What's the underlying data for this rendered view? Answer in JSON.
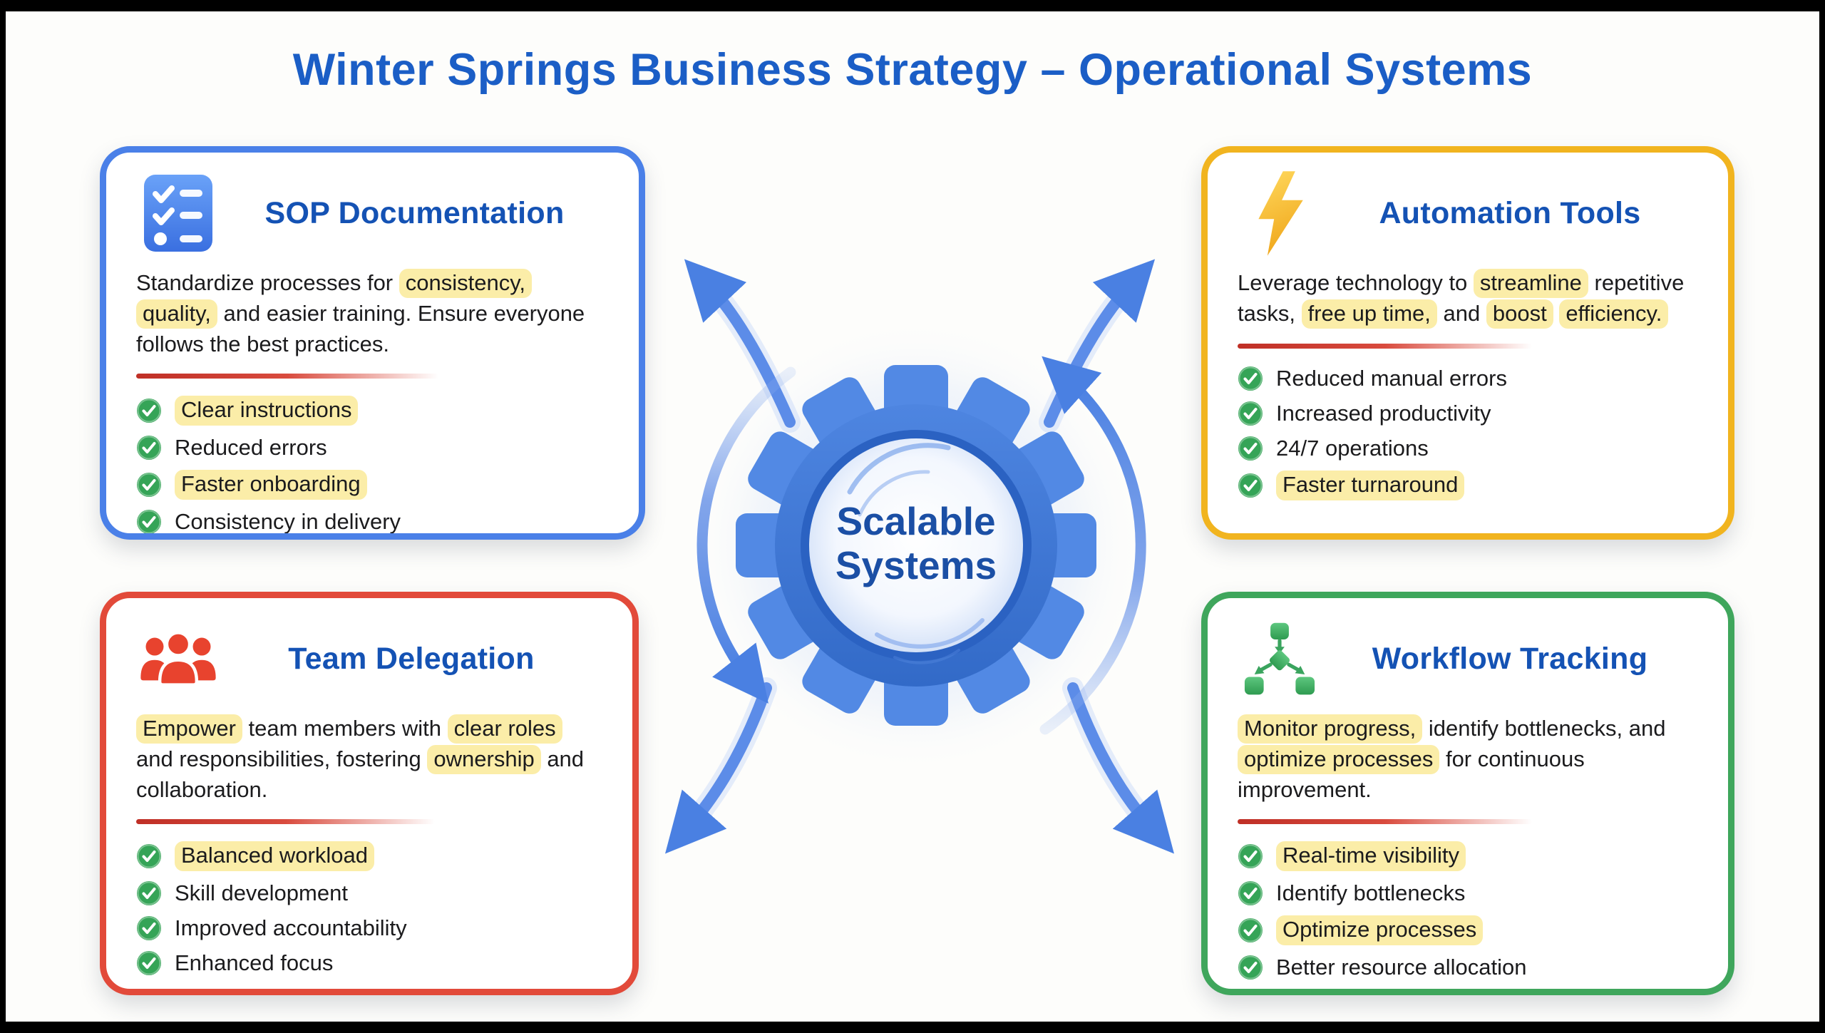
{
  "title": "Winter Springs Business Strategy – Operational Systems",
  "center": {
    "label_line1": "Scalable",
    "label_line2": "Systems"
  },
  "colors": {
    "title_blue": "#1b5ec6",
    "heading_blue": "#1452b4",
    "body_text": "#1b1b1d",
    "highlight_yellow": "#fbeda8",
    "card_blue": "#4a80e8",
    "card_yellow": "#f1b41f",
    "card_red": "#e24a3a",
    "card_green": "#3fa65c",
    "check_green": "#35a457",
    "gear_blue": "#3c76d3",
    "divider_red": "#bf2f26"
  },
  "cards": [
    {
      "id": "sop-documentation",
      "position": "top-left",
      "accent": "#4a80e8",
      "icon": "checklist-icon",
      "title": "SOP Documentation",
      "description_segments": [
        {
          "text": "Standardize processes for ",
          "highlight": false
        },
        {
          "text": "consistency,",
          "highlight": true
        },
        {
          "text": " ",
          "highlight": false
        },
        {
          "text": "quality,",
          "highlight": true
        },
        {
          "text": " and easier training. Ensure everyone follows the best practices.",
          "highlight": false
        }
      ],
      "bullets": [
        {
          "text": "Clear instructions",
          "highlight": true
        },
        {
          "text": "Reduced errors",
          "highlight": false
        },
        {
          "text": "Faster onboarding",
          "highlight": true
        },
        {
          "text": "Consistency in delivery",
          "highlight": false
        }
      ]
    },
    {
      "id": "automation-tools",
      "position": "top-right",
      "accent": "#f1b41f",
      "icon": "lightning-icon",
      "title": "Automation Tools",
      "description_segments": [
        {
          "text": "Leverage technology to ",
          "highlight": false
        },
        {
          "text": "streamline",
          "highlight": true
        },
        {
          "text": " repetitive tasks, ",
          "highlight": false
        },
        {
          "text": "free up time,",
          "highlight": true
        },
        {
          "text": " and ",
          "highlight": false
        },
        {
          "text": "boost",
          "highlight": true
        },
        {
          "text": " ",
          "highlight": false
        },
        {
          "text": "efficiency.",
          "highlight": true
        }
      ],
      "bullets": [
        {
          "text": "Reduced manual errors",
          "highlight": false
        },
        {
          "text": "Increased productivity",
          "highlight": false
        },
        {
          "text": "24/7 operations",
          "highlight": false
        },
        {
          "text": "Faster turnaround",
          "highlight": true
        }
      ]
    },
    {
      "id": "team-delegation",
      "position": "bottom-left",
      "accent": "#e24a3a",
      "icon": "team-icon",
      "title": "Team Delegation",
      "description_segments": [
        {
          "text": "Empower",
          "highlight": true
        },
        {
          "text": " team members with ",
          "highlight": false
        },
        {
          "text": "clear roles",
          "highlight": true
        },
        {
          "text": " and responsibilities, fostering ",
          "highlight": false
        },
        {
          "text": "ownership",
          "highlight": true
        },
        {
          "text": " and collaboration.",
          "highlight": false
        }
      ],
      "bullets": [
        {
          "text": "Balanced workload",
          "highlight": true
        },
        {
          "text": "Skill development",
          "highlight": false
        },
        {
          "text": "Improved accountability",
          "highlight": false
        },
        {
          "text": "Enhanced focus",
          "highlight": false
        }
      ]
    },
    {
      "id": "workflow-tracking",
      "position": "bottom-right",
      "accent": "#3fa65c",
      "icon": "workflow-icon",
      "title": "Workflow Tracking",
      "description_segments": [
        {
          "text": "Monitor progress,",
          "highlight": true
        },
        {
          "text": " identify bottlenecks, and ",
          "highlight": false
        },
        {
          "text": "optimize processes",
          "highlight": true
        },
        {
          "text": " for continuous improvement.",
          "highlight": false
        }
      ],
      "bullets": [
        {
          "text": "Real-time visibility",
          "highlight": true
        },
        {
          "text": "Identify bottlenecks",
          "highlight": false
        },
        {
          "text": "Optimize processes",
          "highlight": true
        },
        {
          "text": "Better resource allocation",
          "highlight": false
        }
      ]
    }
  ]
}
